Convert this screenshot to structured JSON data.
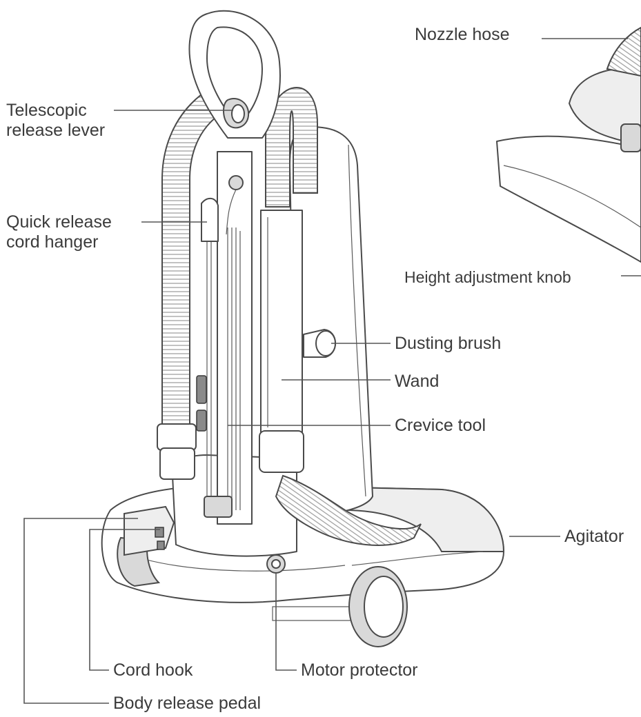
{
  "labels": {
    "nozzle_hose": "Nozzle hose",
    "telescopic_line1": "Telescopic",
    "telescopic_line2": "release lever",
    "quick_line1": "Quick release",
    "quick_line2": "cord hanger",
    "height_knob": "Height adjustment knob",
    "dusting_brush": "Dusting brush",
    "wand": "Wand",
    "crevice_tool": "Crevice tool",
    "agitator": "Agitator",
    "cord_hook": "Cord hook",
    "motor_protector": "Motor protector",
    "body_release_pedal": "Body release pedal"
  },
  "colors": {
    "ink": "#4a4a4a",
    "shade": "#d9d9d9",
    "text": "#3b3b3b"
  }
}
